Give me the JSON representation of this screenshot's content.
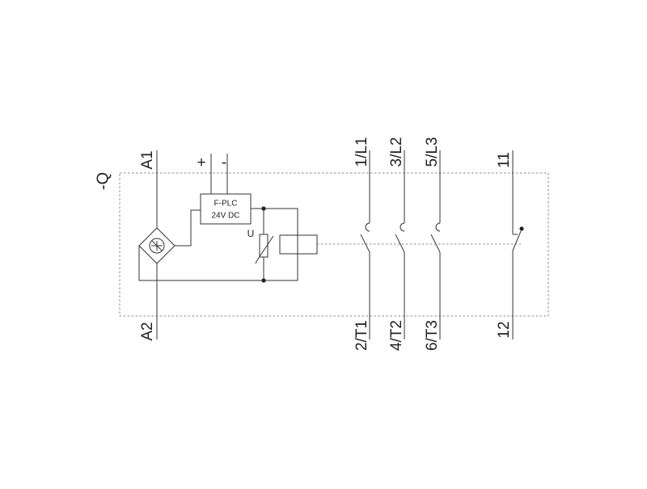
{
  "device": {
    "designation": "-Q"
  },
  "coil_terminals": {
    "top": "A1",
    "bottom": "A2"
  },
  "supply": {
    "plus": "+",
    "minus": "-"
  },
  "module": {
    "line1": "F-PLC",
    "line2": "24V DC"
  },
  "varistor": {
    "label": "U"
  },
  "main_contacts": [
    {
      "top": "1/L1",
      "bottom": "2/T1"
    },
    {
      "top": "3/L2",
      "bottom": "4/T2"
    },
    {
      "top": "5/L3",
      "bottom": "6/T3"
    }
  ],
  "aux_contact": {
    "top": "11",
    "bottom": "12"
  }
}
